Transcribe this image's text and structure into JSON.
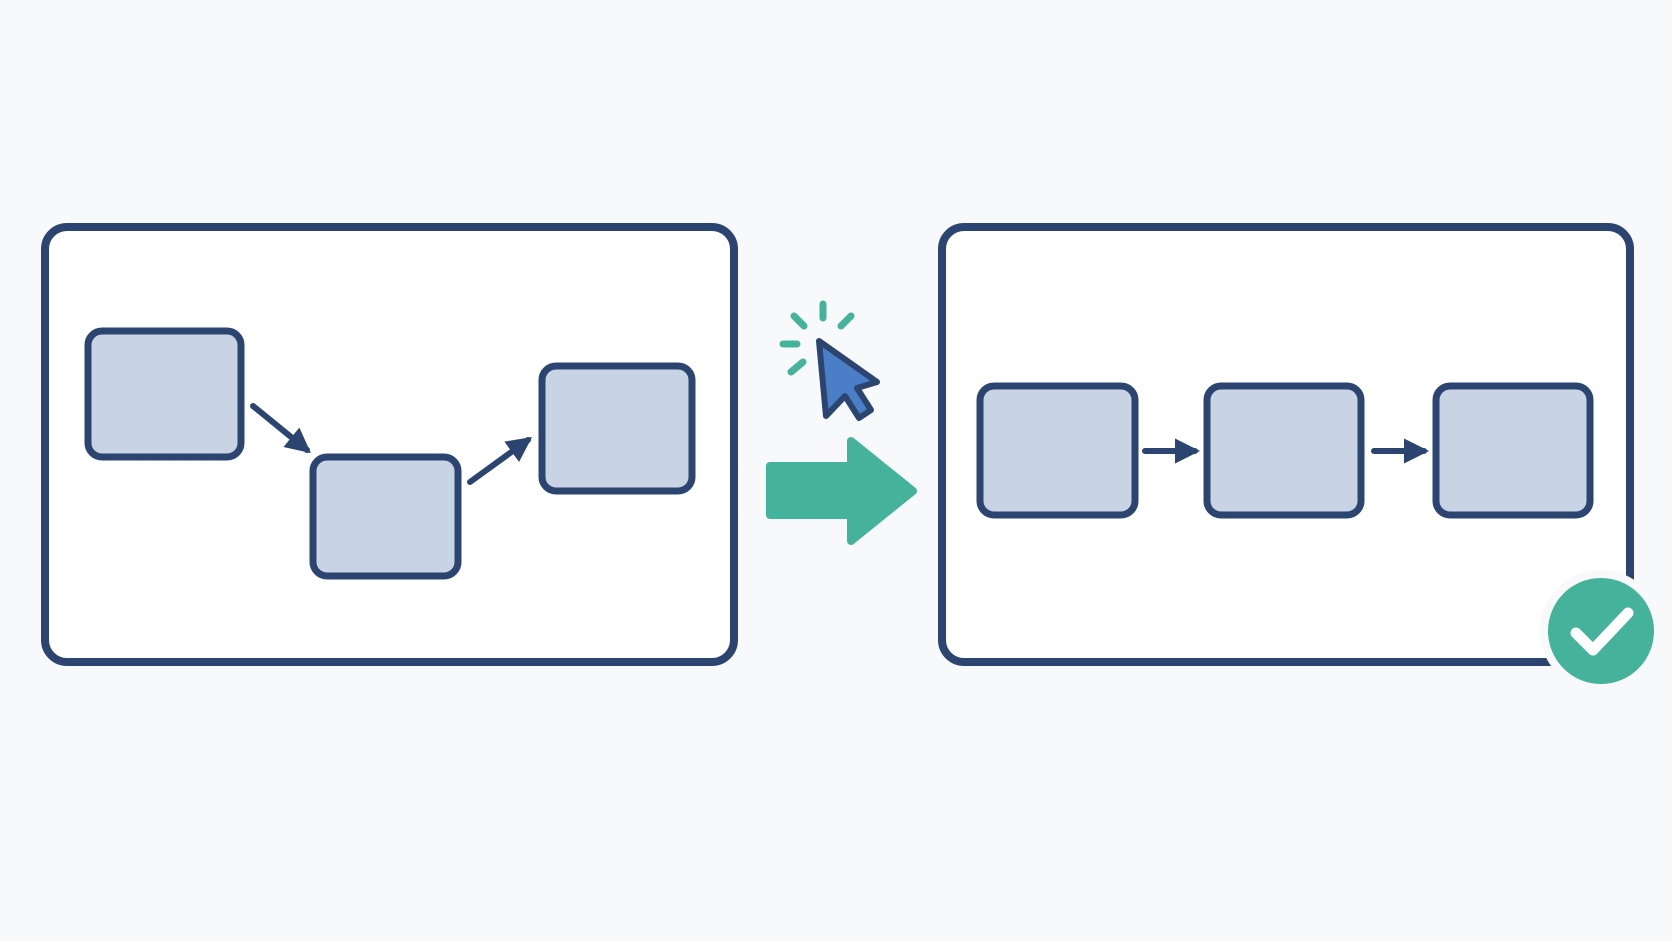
{
  "colors": {
    "background": "#f8f9fa",
    "outline": "#2c4570",
    "box_fill": "#c8d4e3",
    "panel_fill": "#ffffff",
    "accent": "#45b39c",
    "cursor_fill": "#4a7fc8",
    "check": "#ffffff"
  },
  "icons": {
    "transition_arrow": "right-arrow-icon",
    "cursor": "mouse-pointer-icon",
    "click_burst": "click-burst-icon",
    "success": "checkmark-circle-icon"
  },
  "before_panel": {
    "box_count": 3,
    "connector_count": 2
  },
  "after_panel": {
    "box_count": 3,
    "connector_count": 2
  }
}
